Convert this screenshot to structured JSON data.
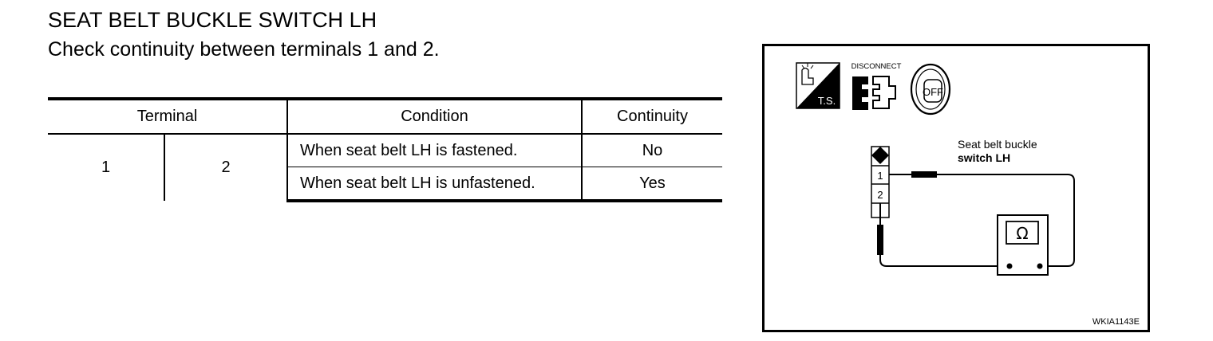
{
  "title": "SEAT BELT BUCKLE SWITCH LH",
  "instruction": "Check continuity between terminals 1 and 2.",
  "table": {
    "headers": {
      "terminal": "Terminal",
      "condition": "Condition",
      "continuity": "Continuity"
    },
    "terminal_a": "1",
    "terminal_b": "2",
    "rows": [
      {
        "condition": "When seat belt LH is fastened.",
        "continuity": "No"
      },
      {
        "condition": "When seat belt LH is unfastened.",
        "continuity": "Yes"
      }
    ]
  },
  "figure": {
    "icons": {
      "ts_label": "T.S.",
      "disconnect_label": "DISCONNECT",
      "key_label": "OFF"
    },
    "component_label_line1": "Seat belt buckle",
    "component_label_line2": "switch LH",
    "connector_pins": [
      "1",
      "2"
    ],
    "meter_symbol": "Ω",
    "figure_code": "WKIA1143E"
  }
}
